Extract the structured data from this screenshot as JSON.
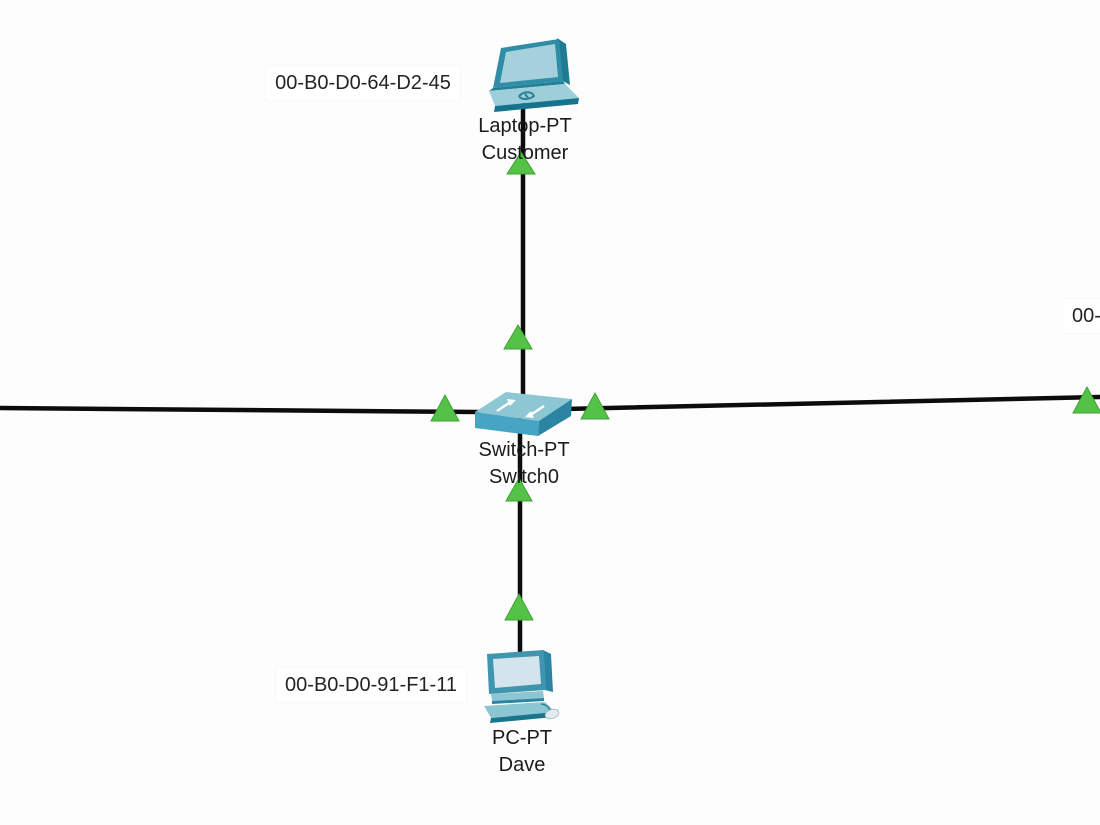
{
  "app": {
    "description": "Network topology workspace (Packet Tracer style logical view)"
  },
  "colors": {
    "link_up_green": "#54c247",
    "link_up_green_edge": "#3da331",
    "cable_black": "#0c0c0c",
    "device_teal": "#46a5c2",
    "device_teal_light": "#8dc7d3",
    "device_teal_dark": "#2b84a3",
    "screen_light": "#d4e4ec",
    "label_text": "#1b1b1b"
  },
  "devices": {
    "laptop": {
      "model": "Laptop-PT",
      "name": "Customer",
      "mac_note": "00-B0-D0-64-D2-45"
    },
    "switch": {
      "model": "Switch-PT",
      "name": "Switch0"
    },
    "pc": {
      "model": "PC-PT",
      "name": "Dave",
      "mac_note": "00-B0-D0-91-F1-11"
    }
  },
  "notes": {
    "right_edge_partial": "00-"
  },
  "links": [
    {
      "from": "Customer",
      "to": "Switch0",
      "status": "up"
    },
    {
      "from": "Dave",
      "to": "Switch0",
      "status": "up"
    },
    {
      "from": "Switch0",
      "to": "off-screen-left",
      "status": "up"
    },
    {
      "from": "Switch0",
      "to": "off-screen-right",
      "status": "up"
    }
  ]
}
